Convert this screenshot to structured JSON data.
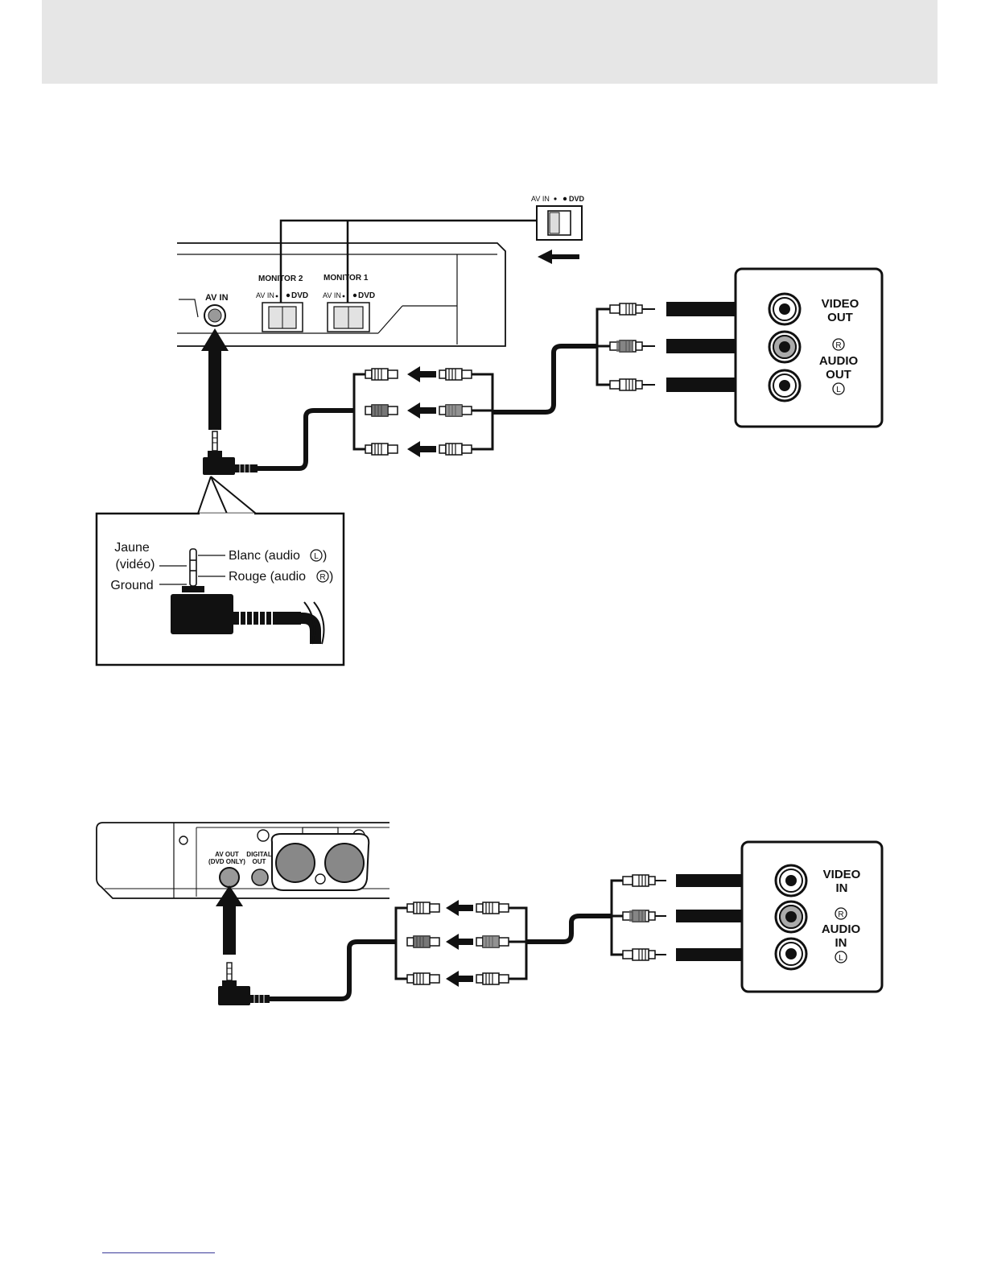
{
  "diagram1": {
    "switch_label_av": "AV IN",
    "switch_label_dvd": "DVD",
    "monitor2_label": "MONITOR 2",
    "monitor1_label": "MONITOR 1",
    "monitor_switch_av": "AV IN",
    "monitor_switch_dvd": "DVD",
    "av_in_label": "AV IN",
    "out_video_l1": "VIDEO",
    "out_video_l2": "OUT",
    "out_r_mark": "R",
    "out_audio_l1": "AUDIO",
    "out_audio_l2": "OUT",
    "out_l_mark": "L",
    "callout": {
      "jaune": "Jaune",
      "video": "(vidéo)",
      "ground": "Ground",
      "blanc": "Blanc (audio",
      "blanc_mark": "L",
      "rouge": "Rouge (audio",
      "rouge_mark": "R",
      "close_paren": ")"
    }
  },
  "diagram2": {
    "av_out_l1": "AV OUT",
    "av_out_l2": "(DVD ONLY)",
    "digital_l1": "DIGITAL",
    "digital_l2": "OUT",
    "in_video_l1": "VIDEO",
    "in_video_l2": "IN",
    "in_r_mark": "R",
    "in_audio_l1": "AUDIO",
    "in_audio_l2": "IN",
    "in_l_mark": "L"
  }
}
